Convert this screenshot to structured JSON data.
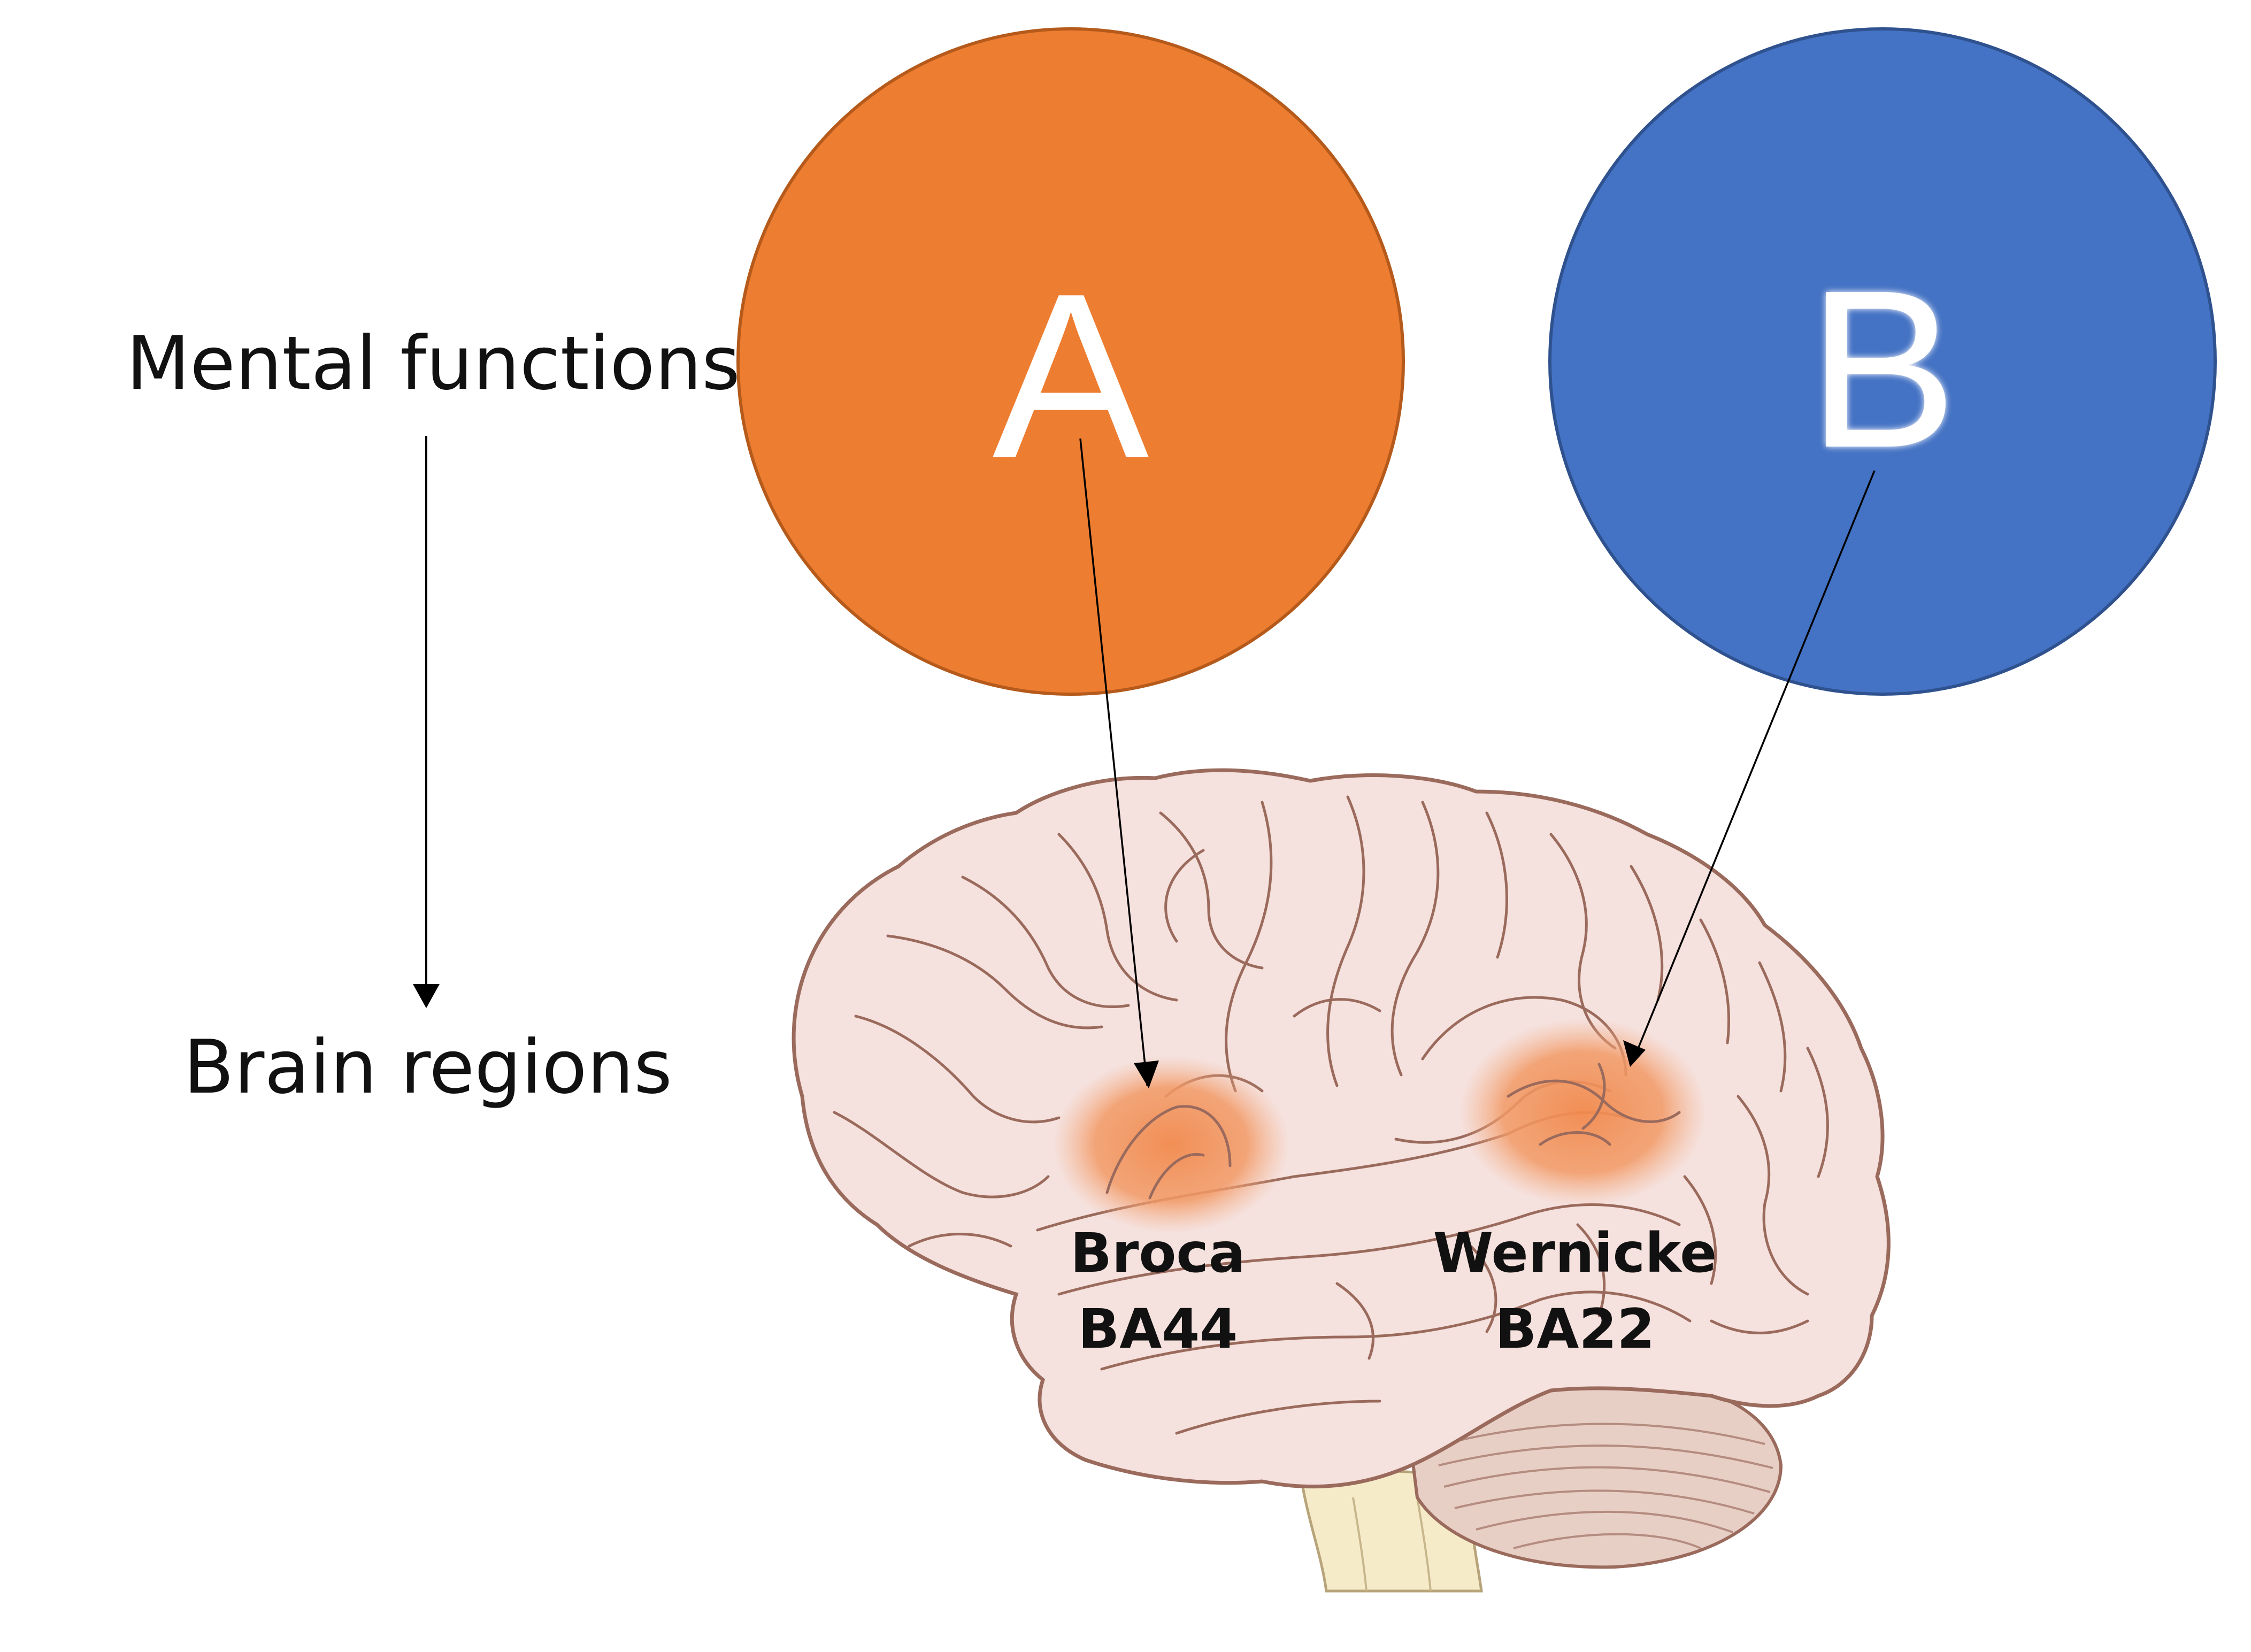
{
  "diagram": {
    "axis": {
      "top_label": "Mental functions",
      "bottom_label": "Brain regions"
    },
    "functions": [
      {
        "letter": "A",
        "color": "#ED7D31",
        "stroke": "#B55A1B",
        "maps_to": "Broca"
      },
      {
        "letter": "B",
        "color": "#4472C4",
        "stroke": "#2F528F",
        "maps_to": "Wernicke"
      }
    ],
    "regions": [
      {
        "name": "Broca",
        "code": "BA44",
        "highlight_color": "#F2955E"
      },
      {
        "name": "Wernicke",
        "code": "BA22",
        "highlight_color": "#F2955E"
      }
    ],
    "brain_colors": {
      "cortex_fill": "#F5E1DD",
      "cortex_outline": "#9A6A5C",
      "cerebellum_fill": "#E8CFC5",
      "brainstem_fill": "#F6EBC9"
    }
  }
}
